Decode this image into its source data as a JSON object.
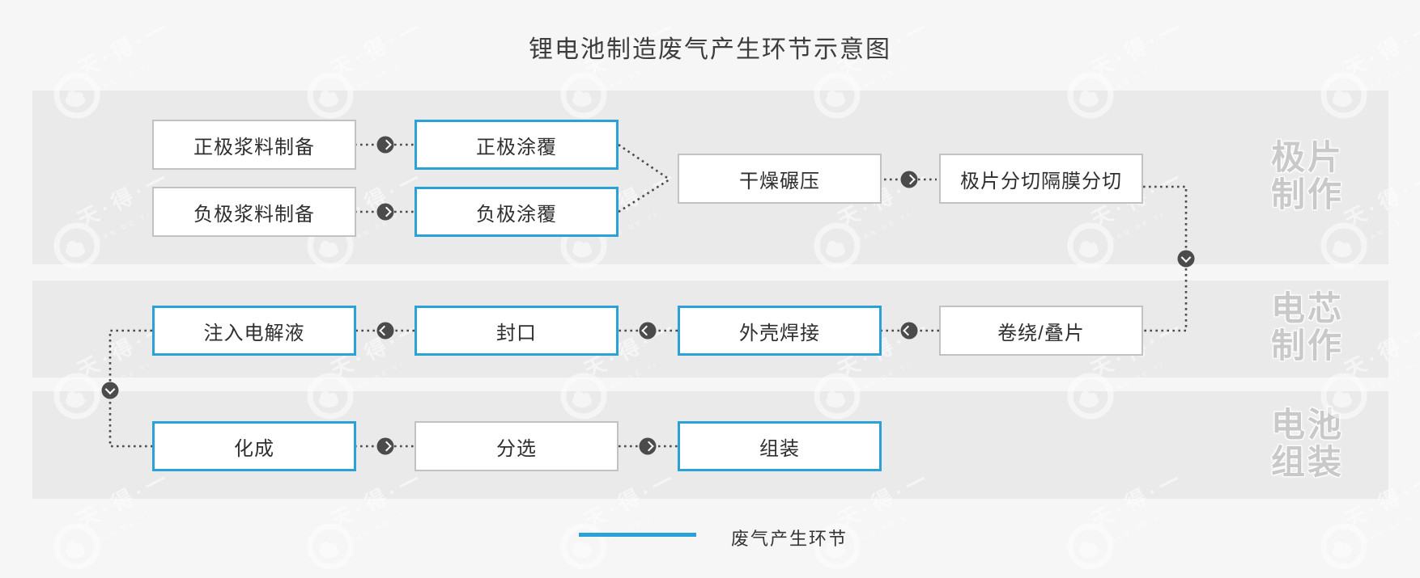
{
  "title": "锂电池制造废气产生环节示意图",
  "sections": [
    {
      "label_line1": "极片",
      "label_line2": "制作"
    },
    {
      "label_line1": "电芯",
      "label_line2": "制作"
    },
    {
      "label_line1": "电池",
      "label_line2": "组装"
    }
  ],
  "boxes": [
    {
      "label": "正极浆料制备",
      "waste_gas": false,
      "section": "极片制作"
    },
    {
      "label": "正极涂覆",
      "waste_gas": true,
      "section": "极片制作"
    },
    {
      "label": "负极浆料制备",
      "waste_gas": false,
      "section": "极片制作"
    },
    {
      "label": "负极涂覆",
      "waste_gas": true,
      "section": "极片制作"
    },
    {
      "label": "干燥碾压",
      "waste_gas": false,
      "section": "极片制作"
    },
    {
      "label": "极片分切隔膜分切",
      "waste_gas": false,
      "section": "极片制作"
    },
    {
      "label": "卷绕/叠片",
      "waste_gas": false,
      "section": "电芯制作"
    },
    {
      "label": "外壳焊接",
      "waste_gas": true,
      "section": "电芯制作"
    },
    {
      "label": "封口",
      "waste_gas": true,
      "section": "电芯制作"
    },
    {
      "label": "注入电解液",
      "waste_gas": true,
      "section": "电芯制作"
    },
    {
      "label": "化成",
      "waste_gas": true,
      "section": "电池组装"
    },
    {
      "label": "分选",
      "waste_gas": false,
      "section": "电池组装"
    },
    {
      "label": "组装",
      "waste_gas": true,
      "section": "电池组装"
    }
  ],
  "legend": {
    "label": "废气产生环节"
  },
  "watermark": {
    "text": "天·得·一",
    "subtext": "TIAN DE YI"
  },
  "colors": {
    "waste_accent": "#2aa2d8",
    "box_border_gray": "#c2c2c2",
    "connector_dark": "#4b4b4b",
    "band_background": "#eaeaeb",
    "page_background": "#f6f6f7",
    "title_text": "#3d3d3d",
    "section_label_text": "#c9c9c9"
  }
}
